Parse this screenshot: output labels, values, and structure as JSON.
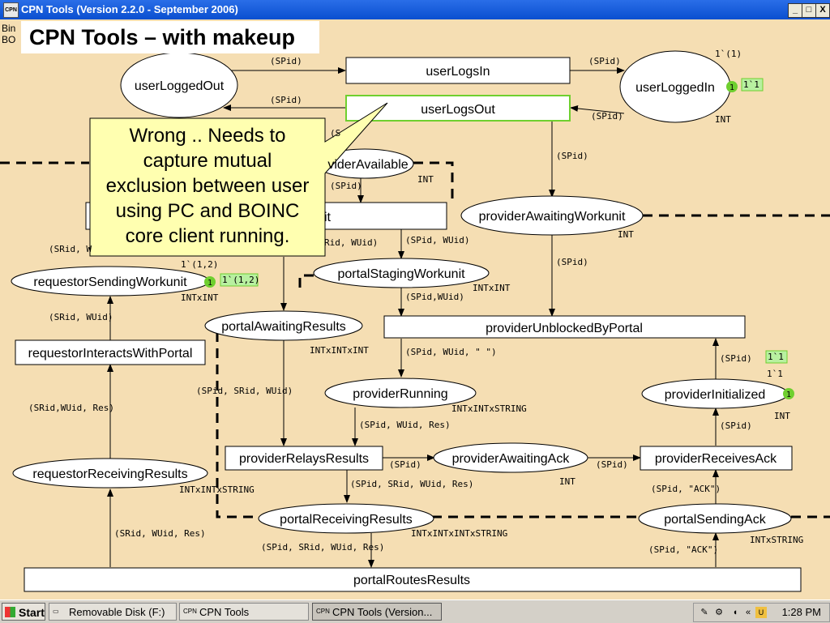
{
  "window": {
    "title": "CPN Tools (Version 2.2.0 - September 2006)",
    "minimize": "_",
    "maximize": "□",
    "close": "X"
  },
  "slide_title": "CPN Tools – with makeup",
  "sidebar_stub": [
    "Bin",
    "BO"
  ],
  "comment": {
    "lines": [
      "Wrong .. Needs to",
      "capture mutual",
      "exclusion between user",
      "using PC and BOINC",
      "core client running."
    ]
  },
  "places": {
    "userLoggedOut": "userLoggedOut",
    "userLoggedIn": "userLoggedIn",
    "providerAvailable": "viderAvailable",
    "providerAwaitingWorkunit": "providerAwaitingWorkunit",
    "portalStagingWorkunit": "portalStagingWorkunit",
    "requestorSendingWorkunit": "requestorSendingWorkunit",
    "portalAwaitingResults": "portalAwaitingResults",
    "providerRunning": "providerRunning",
    "providerInitialized": "providerInitialized",
    "providerAwaitingAck": "providerAwaitingAck",
    "requestorReceivingResults": "requestorReceivingResults",
    "portalReceivingResults": "portalReceivingResults",
    "portalSendingAck": "portalSendingAck"
  },
  "transitions": {
    "userLogsIn": "userLogsIn",
    "userLogsOut": "userLogsOut",
    "providerGetsWorkunit": "it",
    "providerUnblockedByPortal": "providerUnblockedByPortal",
    "requestorInteractsWithPortal": "requestorInteractsWithPortal",
    "providerRelaysResults": "providerRelaysResults",
    "providerReceivesAck": "providerReceivesAck",
    "portalRoutesResults": "portalRoutesResults"
  },
  "colour_sets": {
    "userLoggedIn": "INT",
    "providerAvailable": "INT",
    "providerAwaitingWorkunit": "INT",
    "portalStagingWorkunit": "INTxINT",
    "requestorSendingWorkunit": "INTxINT",
    "portalAwaitingResults": "INTxINTxINT",
    "providerRunning": "INTxINTxSTRING",
    "providerInitialized": "INT",
    "providerAwaitingAck": "INT",
    "requestorReceivingResults": "INTxINTxSTRING",
    "portalReceivingResults": "INTxINTxINTxSTRING",
    "portalSendingAck": "INTxSTRING"
  },
  "initial_markings": {
    "userLoggedIn": "1`(1)",
    "requestorSendingWorkunit": "1`(1,2)",
    "providerInitialized": "1`1"
  },
  "current_markings": {
    "userLoggedIn": "1`1",
    "requestorSendingWorkunit": "1`(1,2)",
    "providerInitialized": "1`1",
    "userLoggedIn_count": "1",
    "requestorSendingWorkunit_count": "1",
    "providerInitialized_count": "1"
  },
  "arcs": {
    "a1": "(SPid)",
    "a2": "(SPid)",
    "a3": "(SPid)",
    "a4": "(SPid)",
    "a5": "(SPid)",
    "a6": "(SPid)",
    "a7": "(SPid)",
    "a8": "(SRid, WUid)",
    "a9": "(SPid, WUid)",
    "a10": "(SPid,WUid)",
    "a11": "(SRid, W",
    "a12": "(SRid, WUid)",
    "a13": "(SPid, WUid, \" \")",
    "a14": "(SPid)",
    "a15": "(SPid)",
    "a16": "(SPid, SRid, WUid)",
    "a17": "(SRid,WUid, Res)",
    "a18": "(SPid, WUid, Res)",
    "a19": "(SPid)",
    "a20": "(SPid)",
    "a21": "(SPid, SRid, WUid, Res)",
    "a22": "(SPid, \"ACK\")",
    "a23": "(SRid, WUid, Res)",
    "a24": "(SPid, SRid, WUid, Res)",
    "a25": "(SPid, \"ACK\")",
    "a26": "Rid, WUid)",
    "a27": "(S"
  },
  "taskbar": {
    "start": "Start",
    "tasks": [
      "Removable Disk (F:)",
      "CPN Tools",
      "CPN Tools (Version..."
    ],
    "clock": "1:28 PM"
  },
  "colors": {
    "background": "#f5deb3",
    "token": "#6fcf2f",
    "marking_bg": "#b8f0a0",
    "comment_bg": "#ffffb0"
  }
}
